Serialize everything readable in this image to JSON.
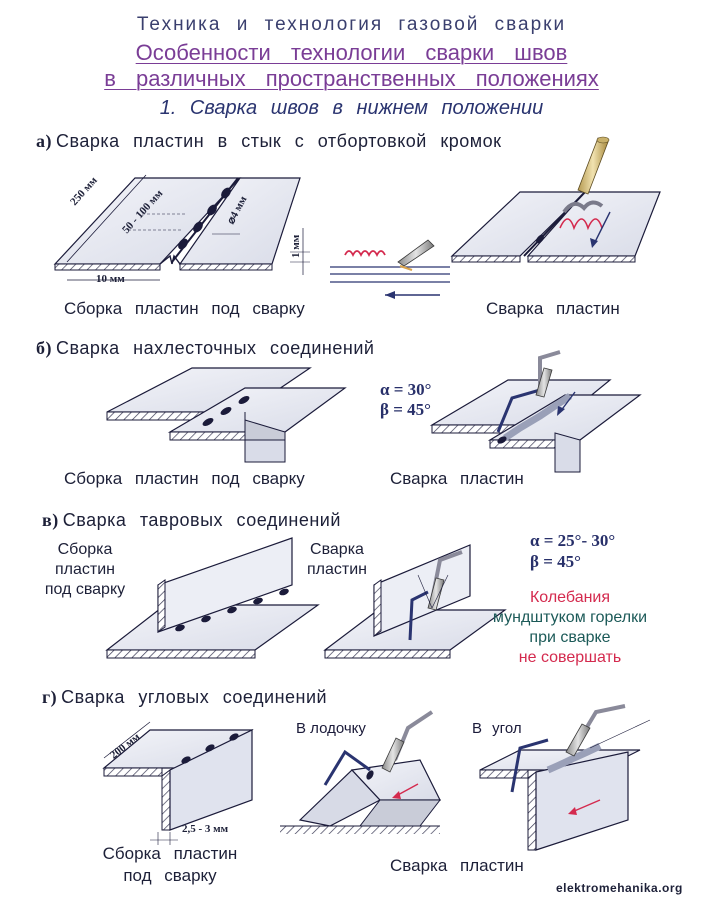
{
  "header": {
    "title": "Техника и технология газовой сварки",
    "heading_line1": "Особенности технологии сварки швов",
    "heading_line2": "в различных пространственных положениях",
    "subtitle": "1. Сварка швов в нижнем положении"
  },
  "sections": {
    "a": {
      "letter": "а)",
      "title": "Сварка пластин в стык с отбортовкой кромок",
      "caption_left": "Сборка пластин под сварку",
      "caption_right": "Сварка пластин",
      "dims": {
        "length": "250 мм",
        "spacing": "50 - 100 мм",
        "diameter": "⌀4 мм",
        "height": "1 мм",
        "flange": "10 мм"
      }
    },
    "b": {
      "letter": "б)",
      "title": "Сварка нахлесточных соединений",
      "caption_left": "Сборка пластин под сварку",
      "caption_right": "Сварка пластин",
      "alpha": "α = 30°",
      "beta": "β = 45°"
    },
    "v": {
      "letter": "в)",
      "title": "Сварка тавровых соединений",
      "label_left": [
        "Сборка",
        "пластин",
        "под сварку"
      ],
      "label_right": [
        "Сварка",
        "пластин"
      ],
      "alpha": "α = 25°- 30°",
      "beta": "β = 45°",
      "note": [
        "Колебания",
        "мундштуком горелки",
        "при сварке",
        "не совершать"
      ]
    },
    "g": {
      "letter": "г)",
      "title": "Сварка угловых соединений",
      "caption_left": [
        "Сборка пластин",
        "под сварку"
      ],
      "caption_right": "Сварка пластин",
      "label_boat": "В лодочку",
      "label_corner": "В угол",
      "dim_length": "200 мм",
      "dim_gap": "2,5 - 3 мм"
    }
  },
  "watermark": "elektromehanika.org",
  "colors": {
    "purple": "#7a3d96",
    "navy": "#2a3470",
    "red": "#d42a4e",
    "teal": "#1c5a58",
    "plate": "#e8eaf2",
    "edge": "#1b1b3a"
  }
}
